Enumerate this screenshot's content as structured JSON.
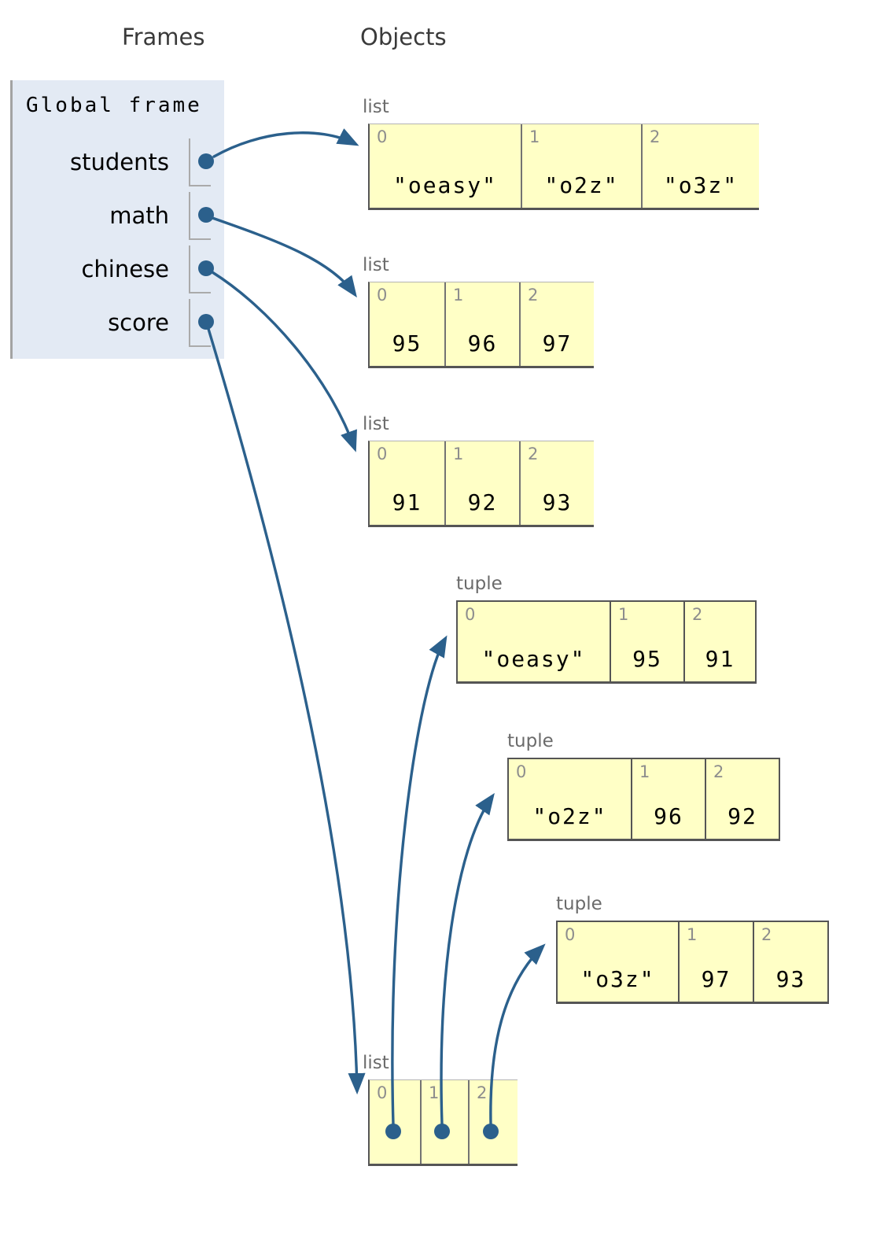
{
  "headings": {
    "frames": "Frames",
    "objects": "Objects"
  },
  "global_frame": {
    "title": "Global frame",
    "variables": [
      {
        "name": "students"
      },
      {
        "name": "math"
      },
      {
        "name": "chinese"
      },
      {
        "name": "score"
      }
    ]
  },
  "objects": {
    "list_students": {
      "type_label": "list",
      "cells": [
        {
          "index": "0",
          "value": "\"oeasy\""
        },
        {
          "index": "1",
          "value": "\"o2z\""
        },
        {
          "index": "2",
          "value": "\"o3z\""
        }
      ]
    },
    "list_math": {
      "type_label": "list",
      "cells": [
        {
          "index": "0",
          "value": "95"
        },
        {
          "index": "1",
          "value": "96"
        },
        {
          "index": "2",
          "value": "97"
        }
      ]
    },
    "list_chinese": {
      "type_label": "list",
      "cells": [
        {
          "index": "0",
          "value": "91"
        },
        {
          "index": "1",
          "value": "92"
        },
        {
          "index": "2",
          "value": "93"
        }
      ]
    },
    "tuple_0": {
      "type_label": "tuple",
      "cells": [
        {
          "index": "0",
          "value": "\"oeasy\""
        },
        {
          "index": "1",
          "value": "95"
        },
        {
          "index": "2",
          "value": "91"
        }
      ]
    },
    "tuple_1": {
      "type_label": "tuple",
      "cells": [
        {
          "index": "0",
          "value": "\"o2z\""
        },
        {
          "index": "1",
          "value": "96"
        },
        {
          "index": "2",
          "value": "92"
        }
      ]
    },
    "tuple_2": {
      "type_label": "tuple",
      "cells": [
        {
          "index": "0",
          "value": "\"o3z\""
        },
        {
          "index": "1",
          "value": "97"
        },
        {
          "index": "2",
          "value": "93"
        }
      ]
    },
    "list_score": {
      "type_label": "list",
      "cells": [
        {
          "index": "0",
          "value": ""
        },
        {
          "index": "1",
          "value": ""
        },
        {
          "index": "2",
          "value": ""
        }
      ]
    }
  },
  "colors": {
    "pointer_blue": "#2b608c",
    "object_cell_bg": "#ffffc6",
    "frame_bg": "#e3eaf4",
    "border_dark": "#555555",
    "type_label_gray": "#6b6b6b",
    "index_gray": "#8d8d8d"
  }
}
